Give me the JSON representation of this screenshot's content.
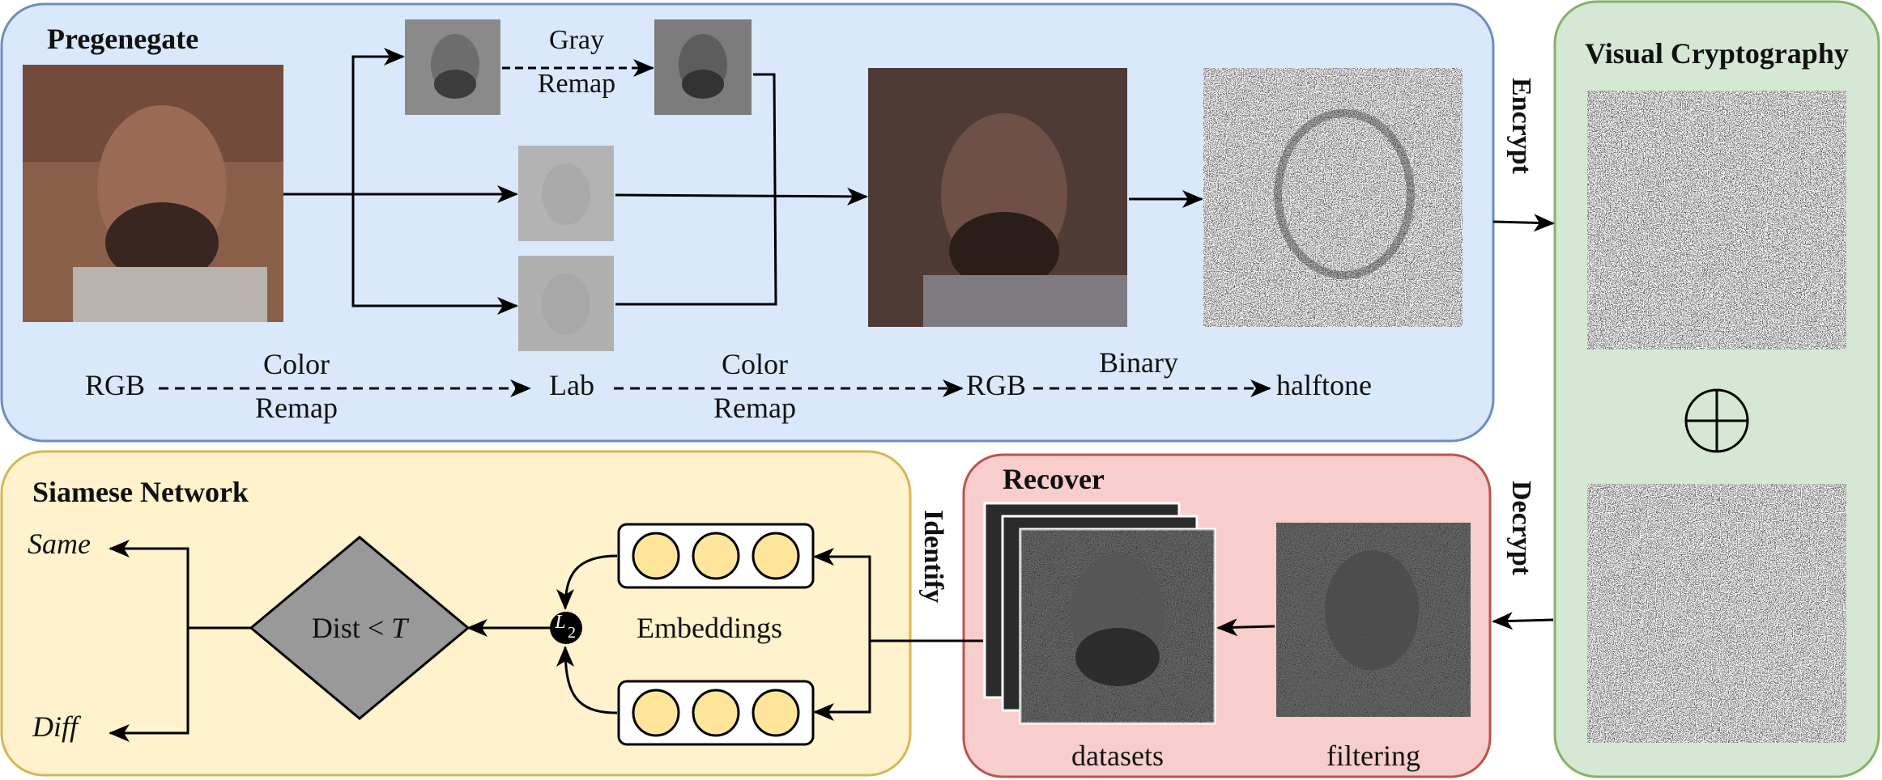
{
  "colors": {
    "pregenerate_fill": "#dae8fc",
    "pregenerate_stroke": "#6c8ebf",
    "vc_fill": "#d5e8d4",
    "vc_stroke": "#82b366",
    "siamese_fill": "#fff2cc",
    "siamese_stroke": "#d6b656",
    "recover_fill": "#f8cecc",
    "recover_stroke": "#b85450",
    "embedding_circle": "#ffe599",
    "diamond_fill": "#999999"
  },
  "pregenerate": {
    "title": "Pregenegate",
    "gray_remap_top": "Gray",
    "gray_remap_bottom": "Remap",
    "pipeline": {
      "rgb_in": "RGB",
      "color_remap_1_top": "Color",
      "color_remap_1_bottom": "Remap",
      "lab": "Lab",
      "color_remap_2_top": "Color",
      "color_remap_2_bottom": "Remap",
      "rgb_out": "RGB",
      "binary": "Binary",
      "halftone": "halftone"
    }
  },
  "encrypt_label": "Encrypt",
  "decrypt_label": "Decrypt",
  "visual_cryptography": {
    "title": "Visual Cryptography",
    "xor_symbol": "⊕"
  },
  "recover": {
    "title": "Recover",
    "datasets_label": "datasets",
    "filtering_label": "filtering"
  },
  "identify_label": "Identify",
  "siamese": {
    "title": "Siamese Network",
    "embeddings_label": "Embeddings",
    "l2_label": "L",
    "l2_sub": "2",
    "diamond_text": "Dist < ",
    "diamond_var": "T",
    "same_label": "Same",
    "diff_label": "Diff"
  }
}
